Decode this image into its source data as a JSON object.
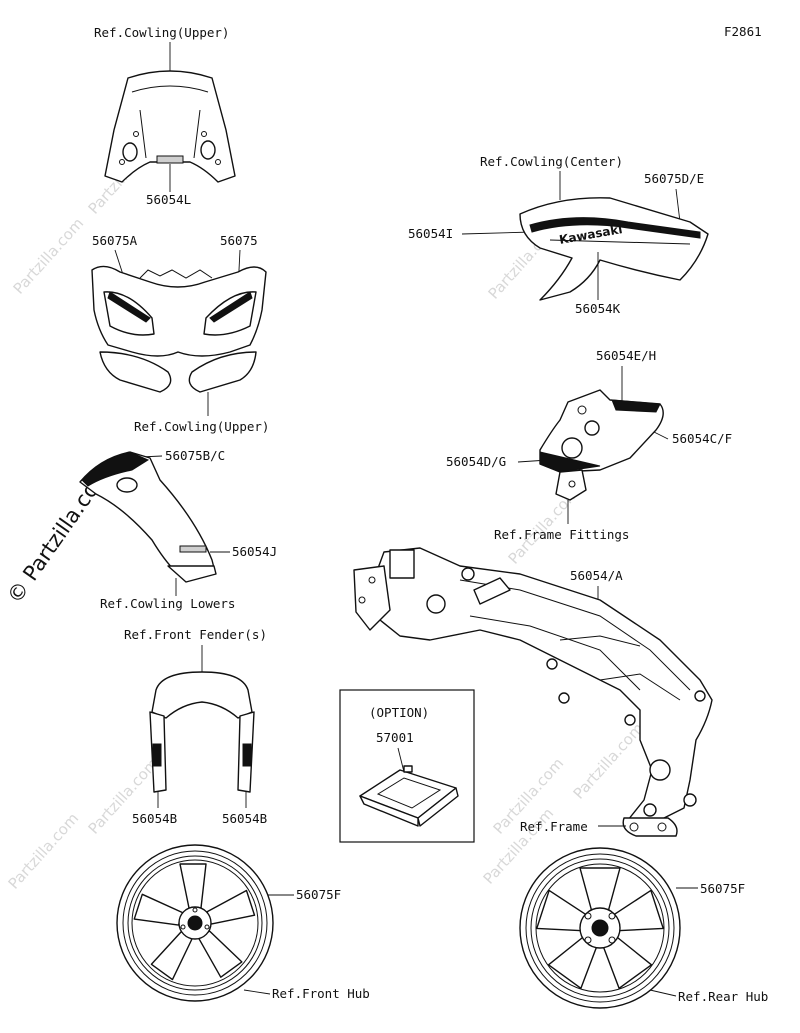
{
  "figure_code": "F2861",
  "watermark_text": "Partzilla.com",
  "watermark_main": "© Partzilla.com",
  "option_box_label": "(OPTION)",
  "labels": {
    "ref_cowling_upper_top": "Ref.Cowling(Upper)",
    "p56054L": "56054L",
    "ref_cowling_center": "Ref.Cowling(Center)",
    "p56075DE": "56075D/E",
    "p56054I": "56054I",
    "p56054K": "56054K",
    "p56075A": "56075A",
    "p56075": "56075",
    "ref_cowling_upper_bottom": "Ref.Cowling(Upper)",
    "p56054EH": "56054E/H",
    "p56054CF": "56054C/F",
    "p56054DG": "56054D/G",
    "ref_frame_fittings": "Ref.Frame Fittings",
    "p56075BC": "56075B/C",
    "p56054J": "56054J",
    "ref_cowling_lowers": "Ref.Cowling Lowers",
    "p56054A": "56054/A",
    "ref_front_fenders": "Ref.Front Fender(s)",
    "p57001": "57001",
    "p56054B_left": "56054B",
    "p56054B_right": "56054B",
    "ref_frame": "Ref.Frame",
    "p56075F_front": "56075F",
    "p56075F_rear": "56075F",
    "ref_front_hub": "Ref.Front Hub",
    "ref_rear_hub": "Ref.Rear Hub"
  }
}
